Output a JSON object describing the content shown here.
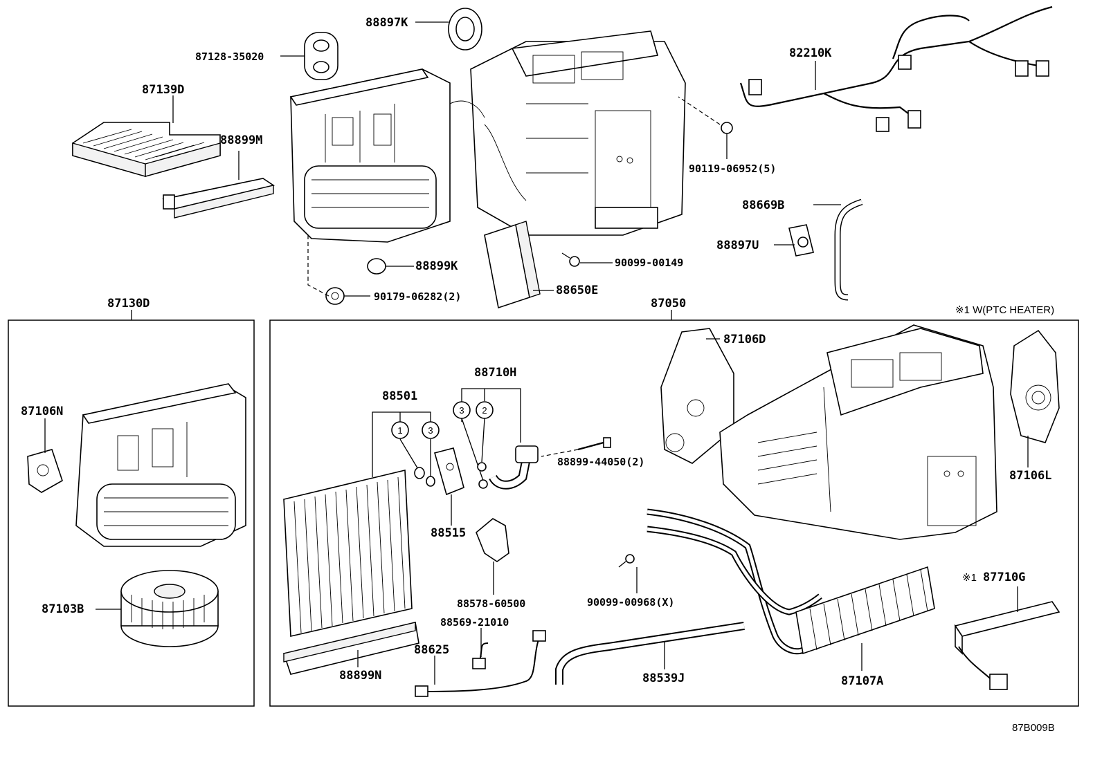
{
  "diagram_code": "87B009B",
  "note_ptc": "※1 W(PTC HEATER)",
  "labels": {
    "p88897K": "88897K",
    "p87128": "87128-35020",
    "p87139D": "87139D",
    "p88899M": "88899M",
    "p82210K": "82210K",
    "p90119": "90119-06952(5)",
    "p88669B": "88669B",
    "p88897U": "88897U",
    "p88899K": "88899K",
    "p90099_00149": "90099-00149",
    "p90179": "90179-06282(2)",
    "p88650E": "88650E",
    "p87130D": "87130D",
    "p87050": "87050",
    "p87106N": "87106N",
    "p87103B": "87103B",
    "p88501": "88501",
    "p88710H": "88710H",
    "p87106D": "87106D",
    "p87106L": "87106L",
    "p88899_44050": "88899-44050(2)",
    "p88515": "88515",
    "p88578": "88578-60500",
    "p90099_00968": "90099-00968(X)",
    "p88569": "88569-21010",
    "p88625": "88625",
    "p88899N": "88899N",
    "p88539J": "88539J",
    "p87107A": "87107A",
    "p87710G_mark": "※1",
    "p87710G": "87710G"
  },
  "circles": [
    "1",
    "3",
    "3",
    "2"
  ]
}
